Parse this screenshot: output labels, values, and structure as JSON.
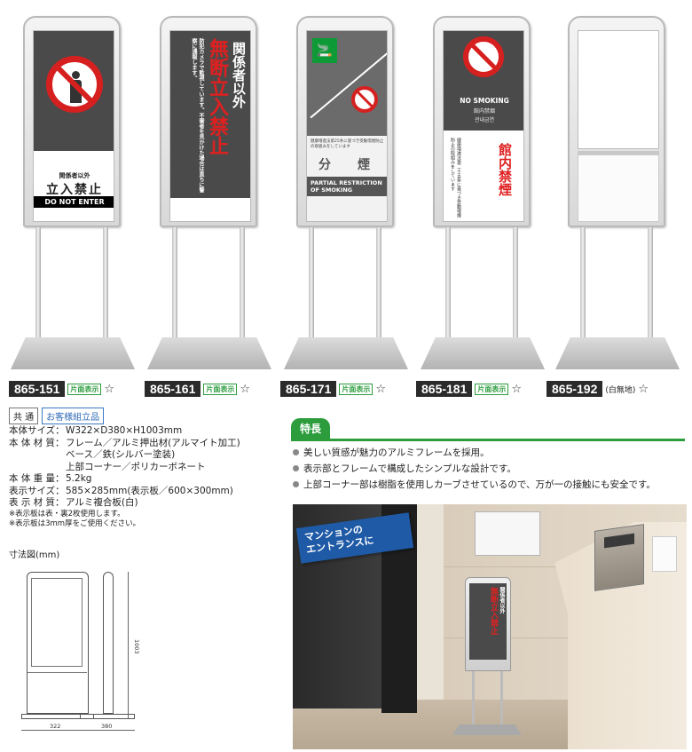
{
  "products": [
    {
      "code": "865-151",
      "badge": "片面表示",
      "star": "☆",
      "sign": {
        "line1": "関係者以外",
        "line2": "立入禁止",
        "line3": "DO NOT ENTER"
      }
    },
    {
      "code": "865-161",
      "badge": "片面表示",
      "star": "☆",
      "sign": {
        "line1": "関係者以外",
        "line2": "無断立入禁止",
        "line3": "防犯カメラで監視しています。不審者を見かけた場合は直ちに警察に通報します。"
      }
    },
    {
      "code": "865-171",
      "badge": "片面表示",
      "star": "☆",
      "sign": {
        "note": "健康増進法第25条に基づき受動喫煙防止の取組みをしています",
        "line1": "分　煙",
        "line2": "PARTIAL RESTRICTION",
        "line3": "OF SMOKING"
      }
    },
    {
      "code": "865-181",
      "badge": "片面表示",
      "star": "☆",
      "sign": {
        "line1": "NO SMOKING",
        "line2": "館内禁烟",
        "line3": "관내금연",
        "line4": "館内禁煙",
        "line5": "健康増進法第二十五条に基づき受動喫煙防止の取組みをしています"
      }
    },
    {
      "code": "865-192",
      "note": "(白無地)",
      "star": "☆"
    }
  ],
  "tags": {
    "common": "共 通",
    "assembly": "お客様組立品"
  },
  "spec": {
    "size_label": "本体サイズ：",
    "size_value": "W322×D380×H1003mm",
    "material_label": "本 体 材 質：",
    "material_1": "フレーム／アルミ押出材(アルマイト加工)",
    "material_2": "ベース／鉄(シルバー塗装)",
    "material_3": "上部コーナー／ポリカーボネート",
    "weight_label": "本 体 重 量：",
    "weight_value": "5.2kg",
    "display_label": "表示サイズ：",
    "display_value": "585×285mm(表示板／600×300mm)",
    "disp_material_label": "表 示 材 質：",
    "disp_material_value": "アルミ複合板(白)",
    "note1": "※表示板は表・裏2枚使用します。",
    "note2": "※表示板は3mm厚をご使用ください。"
  },
  "features": {
    "title": "特長",
    "items": [
      "美しい質感が魅力のアルミフレームを採用。",
      "表示部とフレームで構成したシンプルな設計です。",
      "上部コーナー部は樹脂を使用しカーブさせているので、万が一の接触にも安全です。"
    ]
  },
  "dimension": {
    "title": "寸法図(mm)",
    "height": "1003",
    "width": "322",
    "depth": "380"
  },
  "photo": {
    "callout_1": "マンションの",
    "callout_2": "エントランスに",
    "mini_sign_1": "関係者以外",
    "mini_sign_2": "無断立入禁止"
  }
}
